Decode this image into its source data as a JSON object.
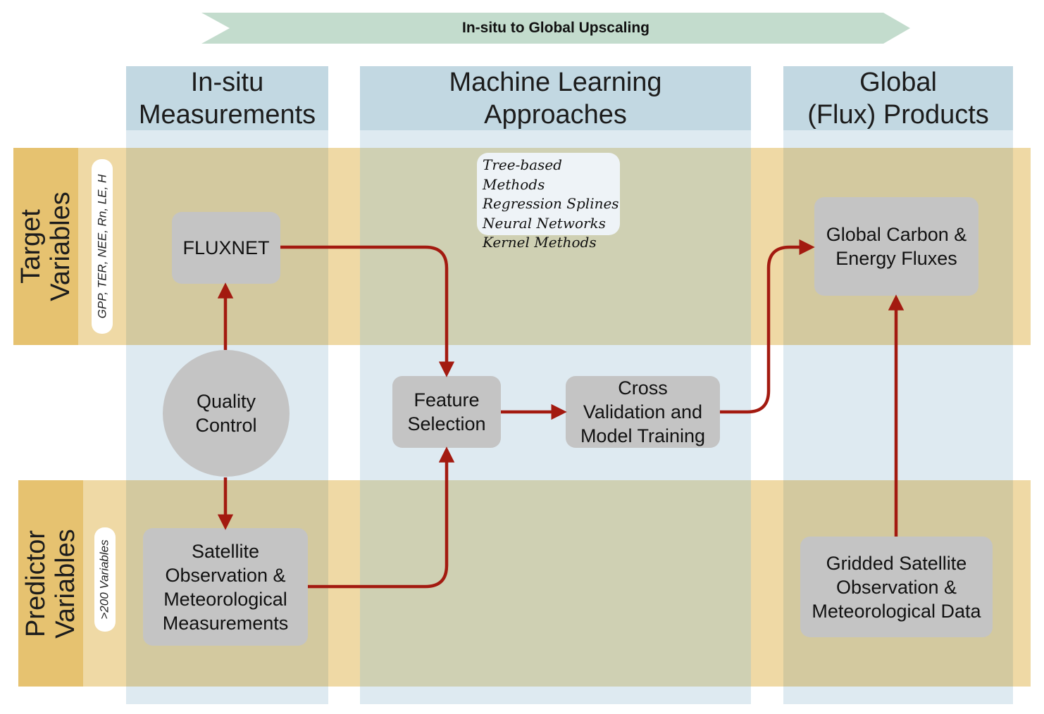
{
  "banner": {
    "label": "In-situ to Global Upscaling",
    "color": "#c3dccd"
  },
  "columns": {
    "insitu": {
      "title": "In-situ\nMeasurements"
    },
    "ml": {
      "title": "Machine Learning\nApproaches"
    },
    "global": {
      "title": "Global\n(Flux) Products"
    }
  },
  "bands": {
    "target": {
      "title": "Target\nVariables",
      "variables": "GPP, TER, NEE, Rn, LE, H"
    },
    "predictor": {
      "title": "Predictor\nVariables",
      "variables": ">200 Variables"
    }
  },
  "methods": [
    "Tree-based Methods",
    "Regression Splines",
    "Neural Networks",
    "Kernel Methods"
  ],
  "nodes": {
    "fluxnet": "FLUXNET",
    "quality_control": "Quality\nControl",
    "satellite_obs": "Satellite\nObservation &\nMeteorological\nMeasurements",
    "feature_selection": "Feature\nSelection",
    "cross_validation": "Cross\nValidation and\nModel Training",
    "global_fluxes": "Global Carbon &\nEnergy Fluxes",
    "gridded_data": "Gridded Satellite\nObservation &\nMeteorological Data"
  },
  "colors": {
    "arrow": "#a31a10",
    "column_header": "#c2d8e2",
    "column_body": "#deeaf1",
    "band": "#efd9a5",
    "band_title": "#e6c270",
    "node": "#c4c4c4"
  }
}
